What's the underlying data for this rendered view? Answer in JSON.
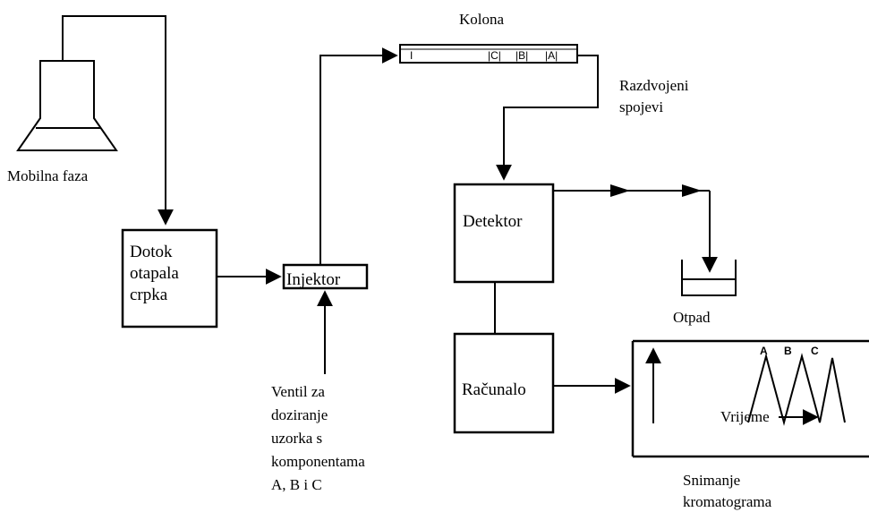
{
  "mobile_phase": {
    "label": "Mobilna faza"
  },
  "pump": {
    "lines": [
      "Dotok",
      "otapala",
      "crpka"
    ]
  },
  "injector": {
    "label": "Injektor"
  },
  "valve": {
    "lines": [
      "Ventil za",
      "doziranje",
      "uzorka s",
      "komponentama",
      "A, B i C"
    ]
  },
  "column": {
    "title": "Kolona",
    "marks": [
      "I",
      "|C|",
      "|B|",
      "|A|"
    ]
  },
  "separated": {
    "lines": [
      "Razdvojeni",
      "spojevi"
    ]
  },
  "detector": {
    "label": "Detektor"
  },
  "waste": {
    "label": "Otpad"
  },
  "computer": {
    "label": "Računalo"
  },
  "chromatogram": {
    "peaks": [
      "A",
      "B",
      "C"
    ],
    "time_label": "Vrijeme",
    "caption_lines": [
      "Snimanje",
      "kromatograma"
    ]
  }
}
